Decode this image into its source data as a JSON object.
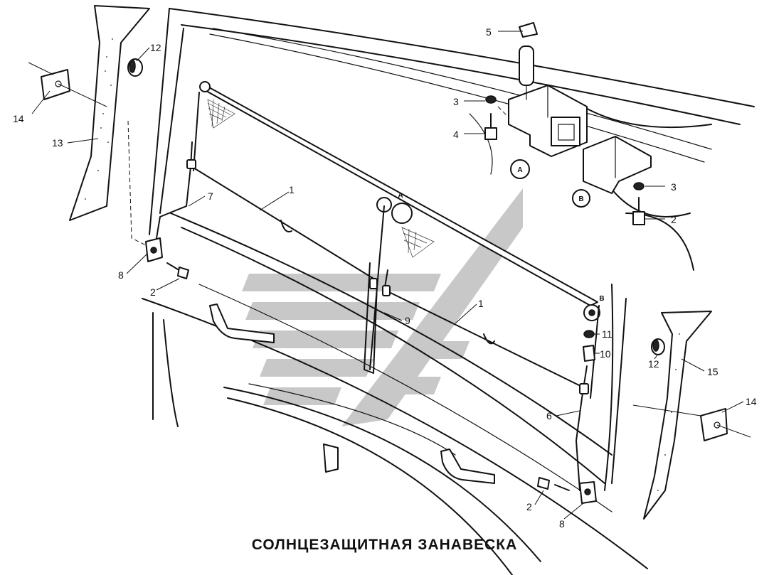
{
  "caption": "СОЛНЦЕЗАЩИТНАЯ ЗАНАВЕСКА",
  "view_markers": {
    "A_circle": "A",
    "B_circle": "B",
    "A_pivot": "A",
    "B_pivot": "B"
  },
  "callouts": {
    "c1a": "1",
    "c1b": "1",
    "c2a": "2",
    "c2b": "2",
    "c2c": "2",
    "c3a": "3",
    "c3b": "3",
    "c4": "4",
    "c5": "5",
    "c6": "6",
    "c7": "7",
    "c8a": "8",
    "c8b": "8",
    "c9": "9",
    "c10": "10",
    "c11": "11",
    "c12a": "12",
    "c12b": "12",
    "c13": "13",
    "c14a": "14",
    "c14b": "14",
    "c15": "15"
  },
  "colors": {
    "watermark": "#c8c8c8",
    "line": "#111111",
    "background": "#ffffff"
  }
}
